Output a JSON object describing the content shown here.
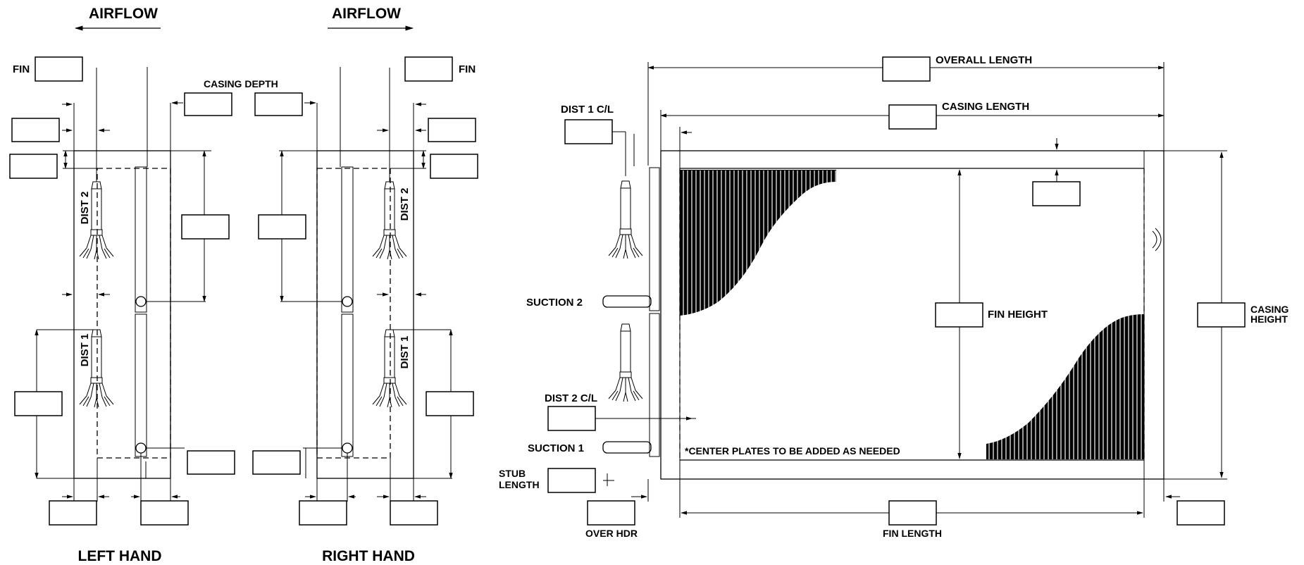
{
  "labels": {
    "airflow_left": "AIRFLOW",
    "airflow_right": "AIRFLOW",
    "fin_left": "FIN",
    "fin_right": "FIN",
    "casing_depth": "CASING DEPTH",
    "dist2_left": "DIST 2",
    "dist1_left": "DIST 1",
    "dist2_right": "DIST 2",
    "dist1_right": "DIST 1",
    "left_hand": "LEFT HAND",
    "right_hand": "RIGHT HAND",
    "overall_length": "OVERALL LENGTH",
    "casing_length": "CASING LENGTH",
    "dist1_cl": "DIST 1 C/L",
    "dist2_cl": "DIST 2 C/L",
    "suction2": "SUCTION 2",
    "suction1": "SUCTION 1",
    "stub_length_1": "STUB",
    "stub_length_2": "LENGTH",
    "over_hdr": "OVER HDR",
    "fin_height": "FIN HEIGHT",
    "casing_height_1": "CASING",
    "casing_height_2": "HEIGHT",
    "fin_length": "FIN LENGTH",
    "center_plates_note": "*CENTER PLATES TO BE ADDED AS NEEDED"
  }
}
